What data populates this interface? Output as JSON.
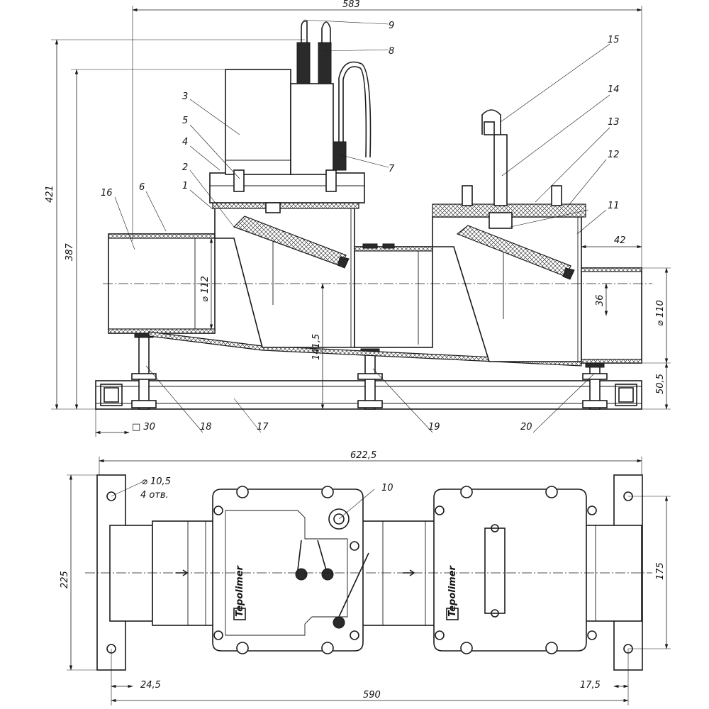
{
  "dimensions": {
    "overall_length": "583",
    "height_total": "421",
    "height_to_motor": "387",
    "pipe_diameter_inlet": "⌀ 112",
    "pipe_diameter_outlet": "⌀ 110",
    "axis_height": "141,5",
    "offset_36": "36",
    "outlet_stub": "42",
    "frame_height": "50,5",
    "frame_profile": "□ 30",
    "plan_length": "622,5",
    "mount_hole": "⌀ 10,5",
    "hole_count": "4  отв.",
    "plan_width": "225",
    "hole_spacing": "175",
    "left_offset": "24,5",
    "right_offset": "17,5",
    "frame_length": "590"
  },
  "callouts": [
    "1",
    "2",
    "3",
    "4",
    "5",
    "6",
    "7",
    "8",
    "9",
    "10",
    "11",
    "12",
    "13",
    "14",
    "15",
    "16",
    "17",
    "18",
    "19",
    "20"
  ],
  "brand_label": "Tepolimer",
  "colors": {
    "line": "#1a1a1a",
    "background": "#ffffff"
  }
}
